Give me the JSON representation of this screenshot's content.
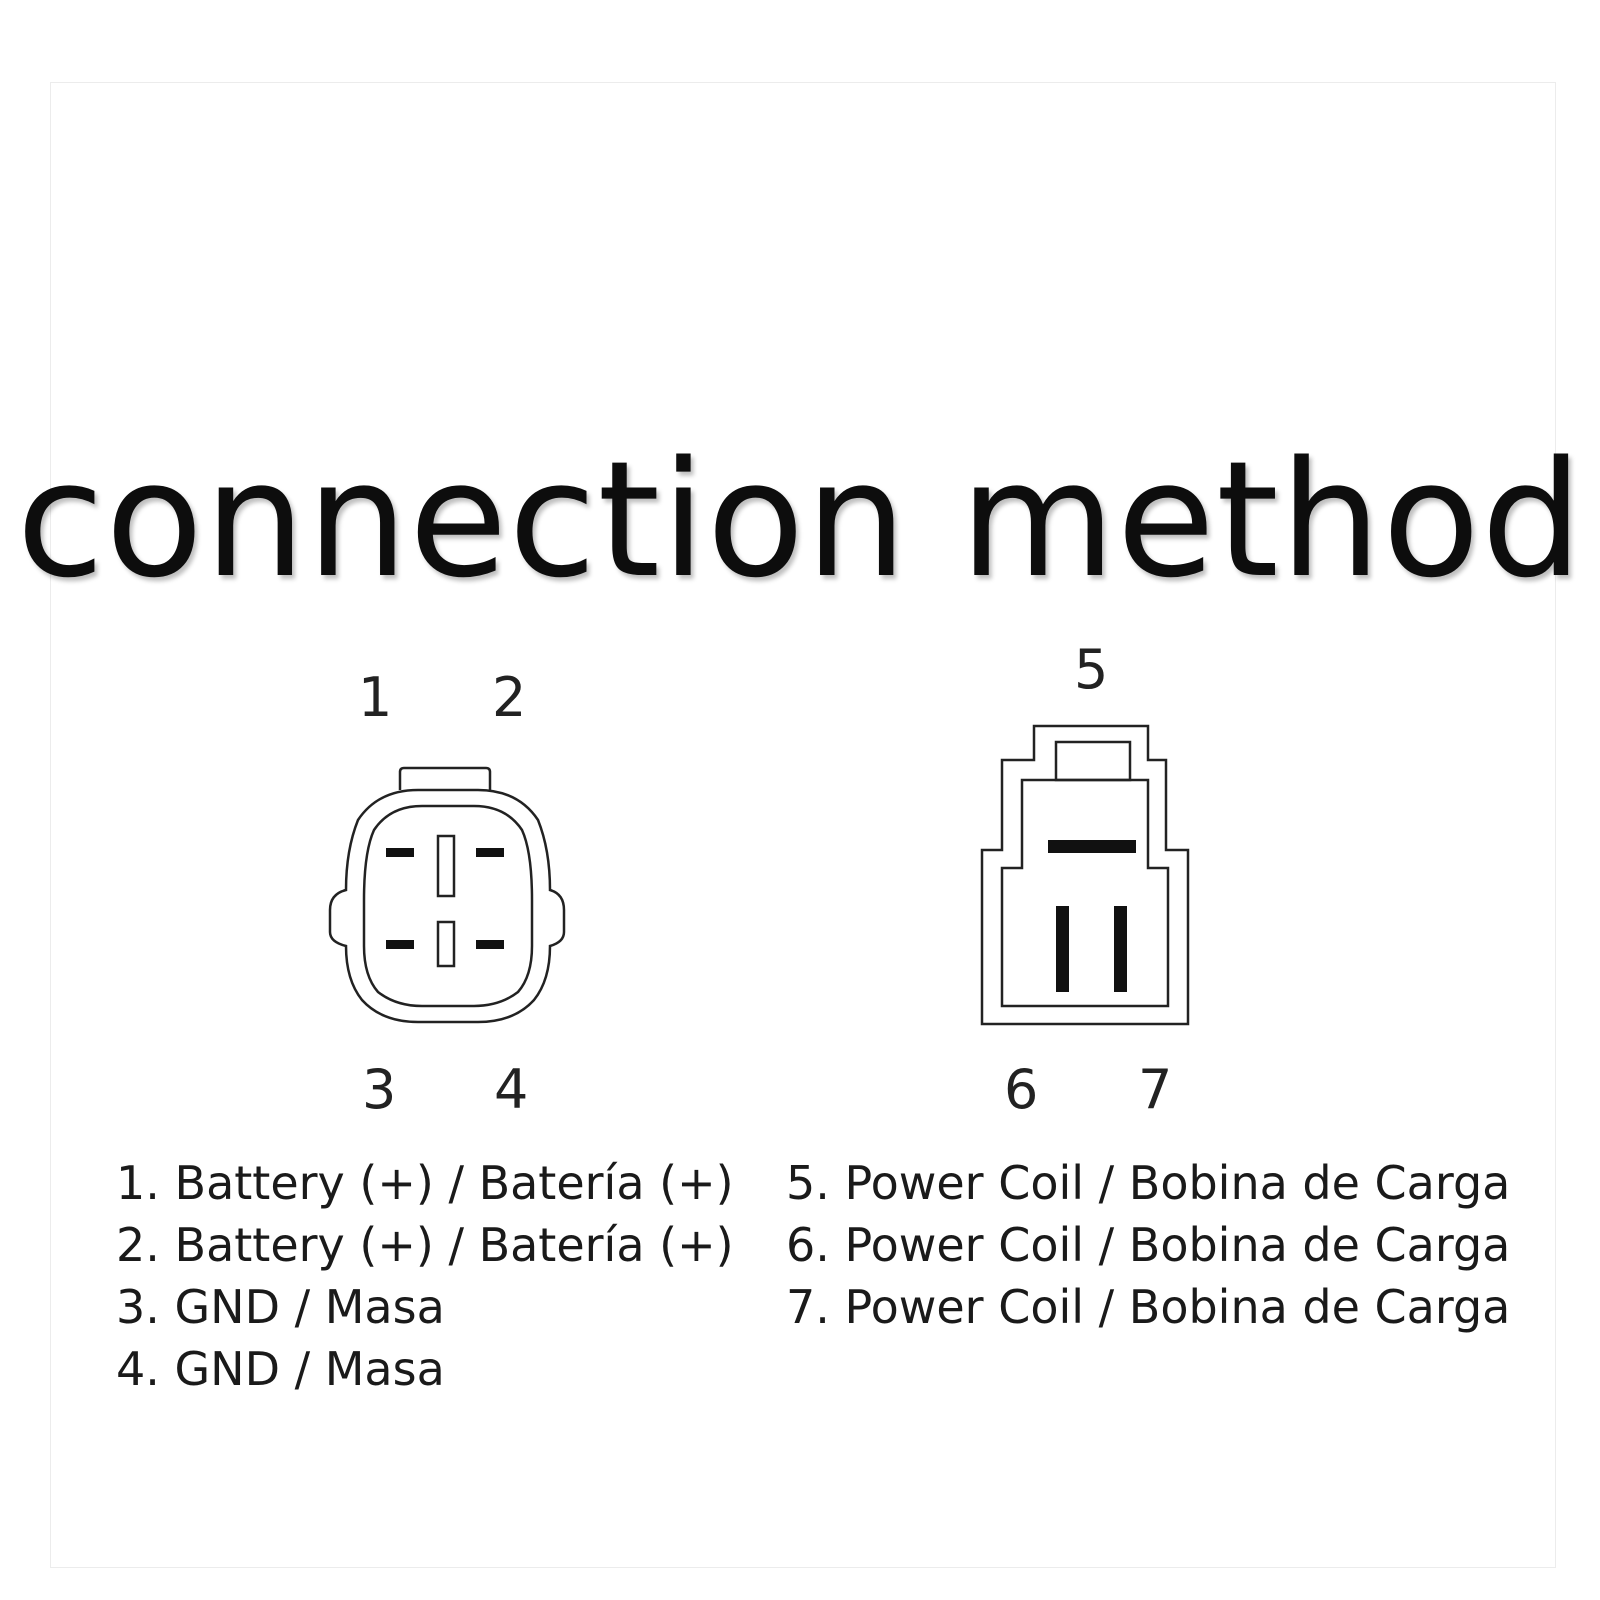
{
  "title": "connection method",
  "connector_a": {
    "pins": [
      "1",
      "2",
      "3",
      "4"
    ]
  },
  "connector_b": {
    "pins": [
      "5",
      "6",
      "7"
    ]
  },
  "legend_left": [
    "1. Battery (+) / Batería (+)",
    "2. Battery (+) / Batería (+)",
    "3. GND / Masa",
    "4. GND / Masa"
  ],
  "legend_right": [
    "5. Power Coil / Bobina de Carga",
    "6. Power Coil / Bobina de Carga",
    "7. Power Coil / Bobina de Carga"
  ]
}
